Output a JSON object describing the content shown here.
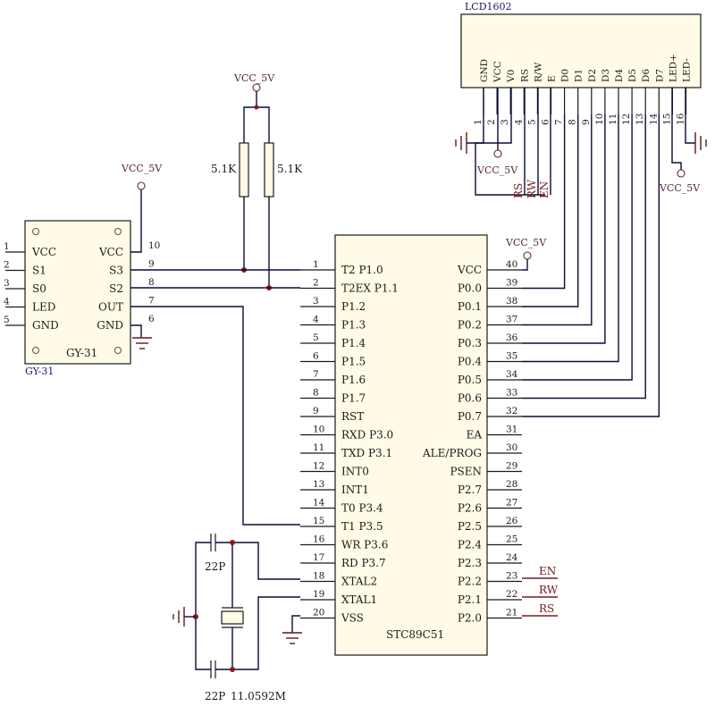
{
  "mcu": {
    "name": "STC89C51",
    "left_pins": [
      {
        "num": "1",
        "label": "T2 P1.0"
      },
      {
        "num": "2",
        "label": "T2EX P1.1"
      },
      {
        "num": "3",
        "label": "P1.2"
      },
      {
        "num": "4",
        "label": "P1.3"
      },
      {
        "num": "5",
        "label": "P1.4"
      },
      {
        "num": "6",
        "label": "P1.5"
      },
      {
        "num": "7",
        "label": "P1.6"
      },
      {
        "num": "8",
        "label": "P1.7"
      },
      {
        "num": "9",
        "label": "RST"
      },
      {
        "num": "10",
        "label": "RXD P3.0"
      },
      {
        "num": "11",
        "label": "TXD P3.1"
      },
      {
        "num": "12",
        "label": "INT0"
      },
      {
        "num": "13",
        "label": "INT1"
      },
      {
        "num": "14",
        "label": "T0 P3.4"
      },
      {
        "num": "15",
        "label": "T1 P3.5"
      },
      {
        "num": "16",
        "label": "WR P3.6"
      },
      {
        "num": "17",
        "label": "RD P3.7"
      },
      {
        "num": "18",
        "label": "XTAL2"
      },
      {
        "num": "19",
        "label": "XTAL1"
      },
      {
        "num": "20",
        "label": "VSS"
      }
    ],
    "right_pins": [
      {
        "num": "40",
        "label": "VCC"
      },
      {
        "num": "39",
        "label": "P0.0"
      },
      {
        "num": "38",
        "label": "P0.1"
      },
      {
        "num": "37",
        "label": "P0.2"
      },
      {
        "num": "36",
        "label": "P0.3"
      },
      {
        "num": "35",
        "label": "P0.4"
      },
      {
        "num": "34",
        "label": "P0.5"
      },
      {
        "num": "33",
        "label": "P0.6"
      },
      {
        "num": "32",
        "label": "P0.7"
      },
      {
        "num": "31",
        "label": "EA"
      },
      {
        "num": "30",
        "label": "ALE/PROG"
      },
      {
        "num": "29",
        "label": "PSEN"
      },
      {
        "num": "28",
        "label": "P2.7"
      },
      {
        "num": "27",
        "label": "P2.6"
      },
      {
        "num": "26",
        "label": "P2.5"
      },
      {
        "num": "25",
        "label": "P2.4"
      },
      {
        "num": "24",
        "label": "P2.3"
      },
      {
        "num": "23",
        "label": "P2.2"
      },
      {
        "num": "22",
        "label": "P2.1"
      },
      {
        "num": "21",
        "label": "P2.0"
      }
    ]
  },
  "sensor": {
    "name": "GY-31",
    "ref": "GY-31",
    "left_pins": [
      {
        "num": "1",
        "label": "VCC"
      },
      {
        "num": "2",
        "label": "S1"
      },
      {
        "num": "3",
        "label": "S0"
      },
      {
        "num": "4",
        "label": "LED"
      },
      {
        "num": "5",
        "label": "GND"
      }
    ],
    "right_pins": [
      {
        "num": "10",
        "label": "VCC"
      },
      {
        "num": "9",
        "label": "S3"
      },
      {
        "num": "8",
        "label": "S2"
      },
      {
        "num": "7",
        "label": "OUT"
      },
      {
        "num": "6",
        "label": "GND"
      }
    ]
  },
  "lcd": {
    "name": "LCD1602",
    "pins": [
      {
        "num": "1",
        "label": "GND"
      },
      {
        "num": "2",
        "label": "VCC"
      },
      {
        "num": "3",
        "label": "V0"
      },
      {
        "num": "4",
        "label": "RS"
      },
      {
        "num": "5",
        "label": "R/W"
      },
      {
        "num": "6",
        "label": "E"
      },
      {
        "num": "7",
        "label": "D0"
      },
      {
        "num": "8",
        "label": "D1"
      },
      {
        "num": "9",
        "label": "D2"
      },
      {
        "num": "10",
        "label": "D3"
      },
      {
        "num": "11",
        "label": "D4"
      },
      {
        "num": "12",
        "label": "D5"
      },
      {
        "num": "13",
        "label": "D6"
      },
      {
        "num": "14",
        "label": "D7"
      },
      {
        "num": "15",
        "label": "LED+"
      },
      {
        "num": "16",
        "label": "LED-"
      }
    ],
    "net_labels": [
      "RS",
      "RW",
      "EN"
    ]
  },
  "power_labels": {
    "pullup": "VCC_5V",
    "sensor": "VCC_5V",
    "mcu": "VCC_5V",
    "lcd_vcc": "VCC_5V",
    "lcd_led": "VCC_5V"
  },
  "resistors": [
    {
      "value": "5.1K"
    },
    {
      "value": "5.1K"
    }
  ],
  "capacitors": [
    {
      "value": "22P"
    },
    {
      "value": "22P"
    }
  ],
  "crystal": {
    "value": "11.0592M"
  },
  "mcu_nets": {
    "p22": "EN",
    "p21": "RW",
    "p20": "RS"
  },
  "colors": {
    "wire": "#0a0a3a",
    "red_net": "#7a1a1a",
    "body": "#fffbe6",
    "junction": "#8a1a1a"
  }
}
